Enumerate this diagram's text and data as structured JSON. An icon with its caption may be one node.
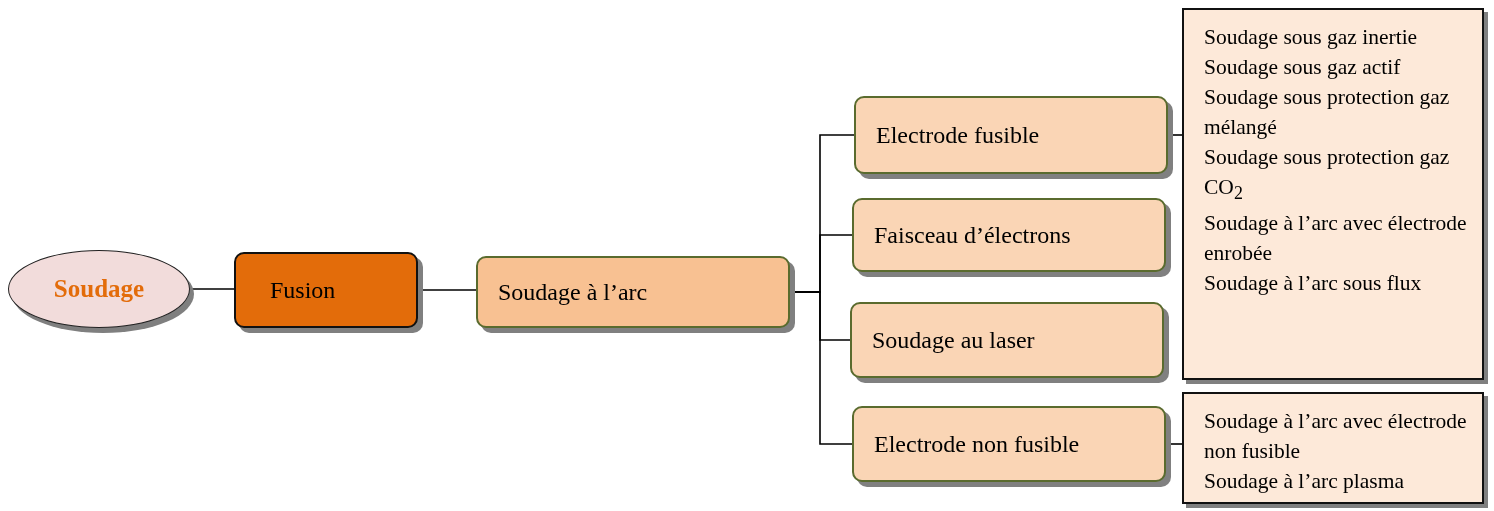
{
  "diagram": {
    "nodes": [
      {
        "text": [
          "Soudage"
        ]
      },
      {
        "text": [
          "Fusion"
        ]
      },
      {
        "text": [
          "Soudage à l’arc"
        ]
      },
      {
        "text": [
          "Electrode fusible"
        ]
      },
      {
        "text": [
          "Faisceau d’électrons"
        ]
      },
      {
        "text": [
          "Soudage au laser"
        ]
      },
      {
        "text": [
          "Electrode non fusible"
        ]
      },
      {
        "text": [
          "Soudage sous gaz inertie",
          "Soudage sous gaz actif",
          "Soudage sous protection gaz mélangé",
          "Soudage sous protection gaz CO$_{2}$",
          "Soudage à l’arc avec électrode enrobée",
          "Soudage à l’arc sous flux"
        ]
      },
      {
        "text": [
          "Soudage à l’arc avec électrode non fusible",
          "Soudage à l’arc plasma"
        ]
      }
    ],
    "edges": [
      {
        "from": 0,
        "to": 1,
        "arrow": "none"
      },
      {
        "from": 1,
        "to": 2,
        "arrow": "none"
      },
      {
        "from": 2,
        "to": 3,
        "arrow": "none"
      },
      {
        "from": 2,
        "to": 4,
        "arrow": "none"
      },
      {
        "from": 2,
        "to": 5,
        "arrow": "none"
      },
      {
        "from": 2,
        "to": 6,
        "arrow": "none"
      },
      {
        "from": 3,
        "to": 7,
        "arrow": "none"
      },
      {
        "from": 6,
        "to": 8,
        "arrow": "none"
      }
    ]
  }
}
